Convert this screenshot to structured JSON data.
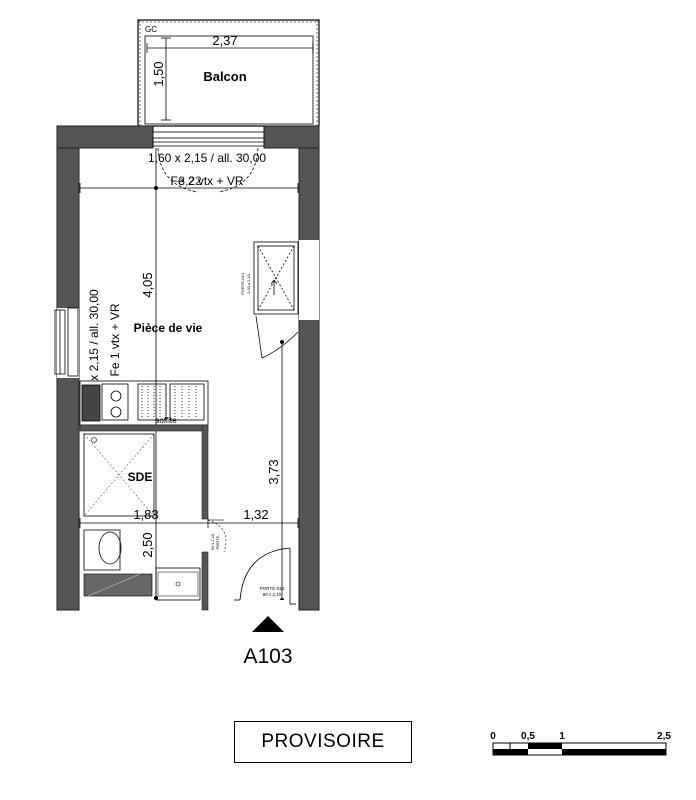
{
  "balcony": {
    "corner_code": "GC",
    "width_dim": "2,37",
    "depth_dim": "1,50",
    "label": "Balcon"
  },
  "living": {
    "window_top_line1": "1,60 x 2,15 / all. 30,00",
    "window_top_line2": "Fe 2 vtx + VR",
    "width_dim": "3,22",
    "height_dim": "4,05",
    "label": "Pièce de vie",
    "window_side_line1": "x 2,15 / all. 30,00",
    "window_side_line2": "Fe 1 vtx + VR"
  },
  "closet": {
    "line1": "PORTE-014",
    "line2": "1,00 x 2,10"
  },
  "kitchen": {
    "soffit_label": "soffite"
  },
  "bathroom": {
    "label": "SDE",
    "width_dim": "1,83",
    "height_dim": "2,50",
    "door_line1": "90 x 2,10",
    "door_line2": "PORTE-"
  },
  "hall": {
    "width_dim": "1,32",
    "height_dim": "3,73"
  },
  "entry": {
    "door_line1": "PORTE-016",
    "door_line2": "90 x 2,10"
  },
  "unit": {
    "id": "A103"
  },
  "stamp": {
    "text": "PROVISOIRE"
  },
  "scale": {
    "labels": [
      "0",
      "0,5",
      "1",
      "2,5"
    ]
  }
}
